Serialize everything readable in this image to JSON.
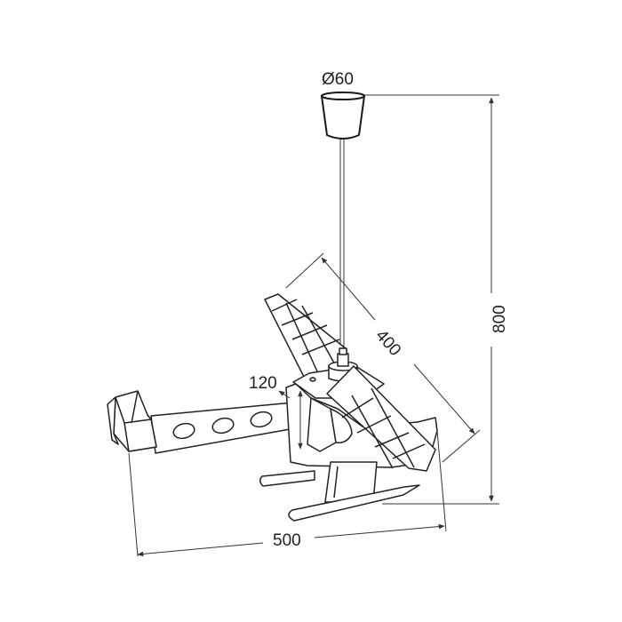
{
  "diagram": {
    "dimensions": {
      "canopy_diameter": "Ø60",
      "total_height": "800",
      "rotor_length": "400",
      "body_height": "120",
      "total_length": "500"
    },
    "colors": {
      "line": "#222222",
      "background": "#ffffff"
    }
  }
}
